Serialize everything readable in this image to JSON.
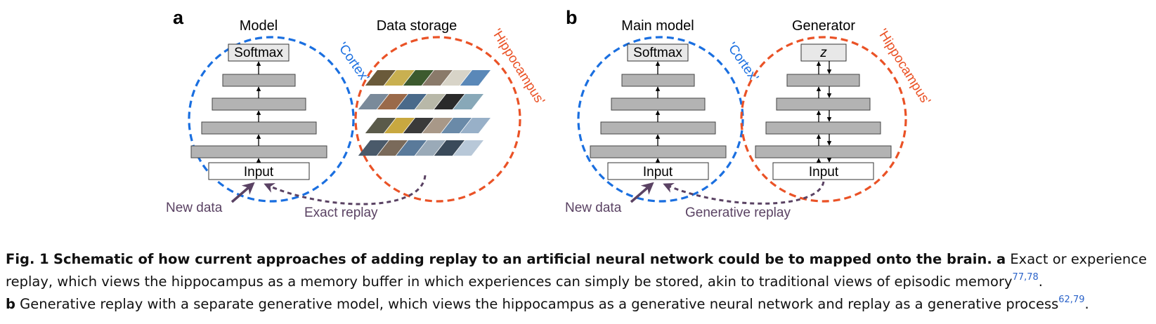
{
  "panels": {
    "a": {
      "letter": "a",
      "model_title": "Model",
      "region_label": "'Cortex'",
      "top_box": "Softmax",
      "input_box": "Input",
      "storage_title": "Data storage",
      "storage_region_label": "'Hippocampus'",
      "new_data": "New data",
      "replay_label": "Exact replay"
    },
    "b": {
      "letter": "b",
      "model_title": "Main model",
      "region_label": "'Cortex'",
      "top_box": "Softmax",
      "input_box": "Input",
      "generator_title": "Generator",
      "generator_region_label": "'Hippocampus'",
      "generator_top_box": "z",
      "generator_input_box": "Input",
      "new_data": "New data",
      "replay_label": "Generative replay"
    }
  },
  "colors": {
    "cortex": "#1a6fe0",
    "hippocampus": "#ea5226",
    "arrow": "#5a4263",
    "layer_fill": "#b3b3b3",
    "reference": "#2b63c9"
  },
  "caption": {
    "fig_label": "Fig. 1",
    "title": "Schematic of how current approaches of adding replay to an artificial neural network could be to mapped onto the brain.",
    "a_label": "a",
    "a_text_1": "Exact or experience",
    "a_text_2": "replay, which views the hippocampus as a memory buffer in which experiences can simply be stored, akin to traditional views of episodic memory",
    "a_refs": "77,78",
    "b_label": "b",
    "b_text": "Generative replay with a separate generative model, which views the hippocampus as a generative neural network and replay as a generative process",
    "b_refs": "62,79"
  }
}
